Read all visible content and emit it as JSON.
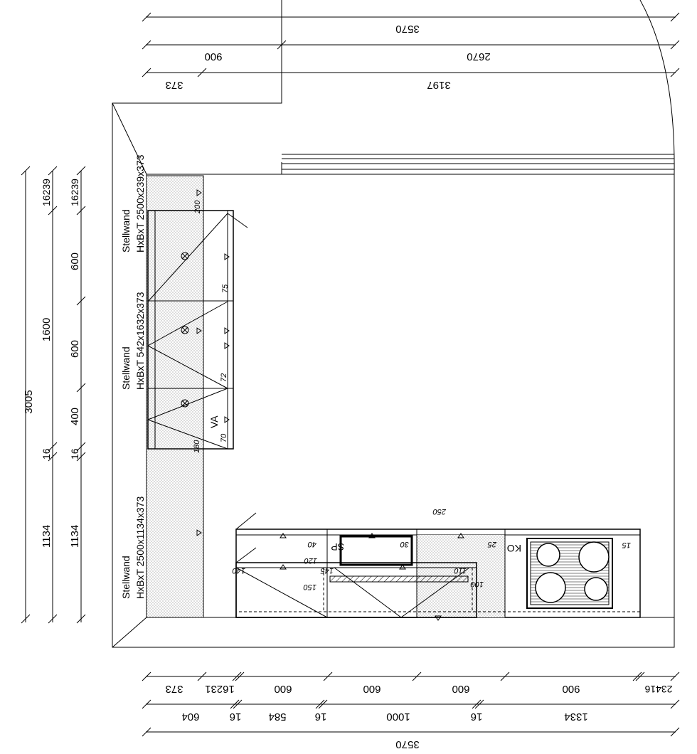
{
  "dimensions": {
    "top": {
      "row1": "3570",
      "row2_left": "900",
      "row2_right": "2670",
      "row3_left": "373",
      "row3_right": "3197"
    },
    "left": {
      "outer_total": "3005",
      "mid_top": "16239",
      "mid_upper": "1600",
      "mid_sep": "16",
      "mid_lower": "1134",
      "inner_top": "16239",
      "inner_a": "600",
      "inner_b": "600",
      "inner_c": "400",
      "inner_sep": "16",
      "inner_d": "1134"
    },
    "bottom": {
      "row1": [
        "373",
        "16231",
        "600",
        "600",
        "600",
        "900",
        "23416"
      ],
      "row2": [
        "604",
        "16",
        "584",
        "16",
        "1000",
        "16",
        "1334"
      ],
      "row3": "3570"
    }
  },
  "walls": {
    "upper": "Stellwand\nHxBxT 2500x239x373",
    "middle": "Stellwand\nHxBxT 542x1632x373",
    "lower": "Stellwand\nHxBxT 2500x1134x373"
  },
  "annotations": {
    "a200": "200",
    "a75": "75",
    "a72": "72",
    "a70": "70",
    "a180": "180",
    "va": "VA",
    "a250": "250",
    "a40": "40",
    "a30": "30",
    "a25": "25",
    "a15": "15",
    "a120": "120",
    "a140": "140",
    "a145": "145",
    "a150": "150",
    "a110": "110",
    "a100": "100",
    "sp": "SP",
    "ko": "KO"
  }
}
